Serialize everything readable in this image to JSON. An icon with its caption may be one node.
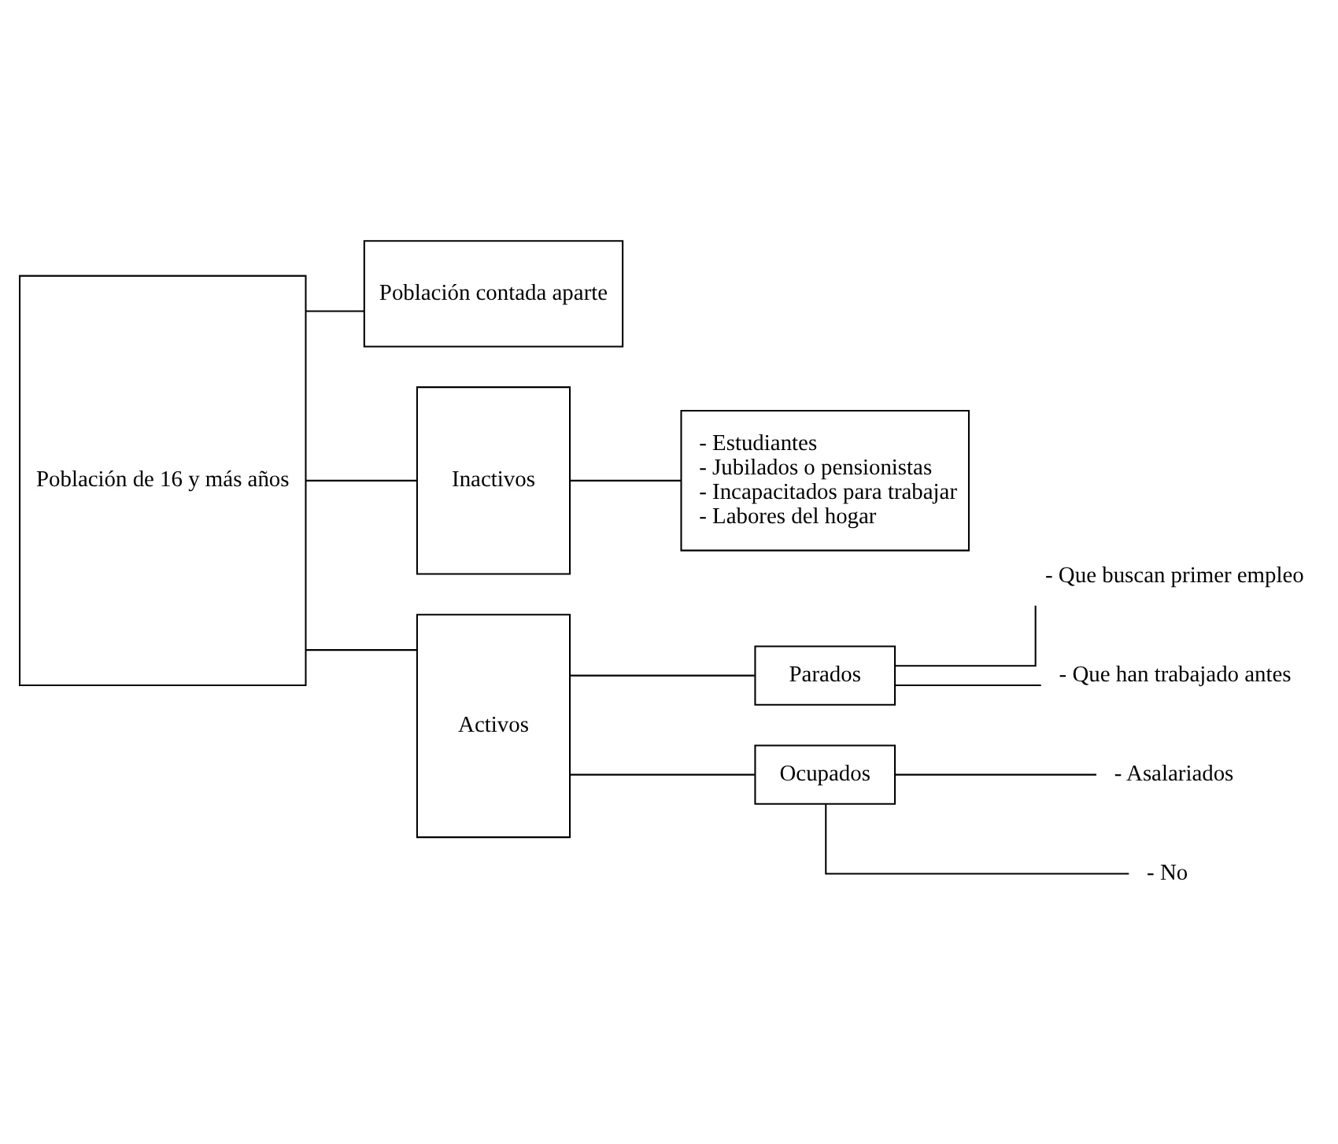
{
  "diagram": {
    "nodes": [
      {
        "text": [
          "Población de 16 y más años"
        ]
      },
      {
        "text": [
          "Población contada aparte"
        ]
      },
      {
        "text": [
          "Inactivos"
        ]
      },
      {
        "text": [
          "- Estudiantes",
          "- Jubilados o pensionistas",
          "- Incapacitados para trabajar",
          "- Labores del hogar"
        ]
      },
      {
        "text": [
          "Activos"
        ]
      },
      {
        "text": [
          "Parados"
        ]
      },
      {
        "text": [
          "Ocupados"
        ]
      },
      {
        "text": [
          "- Que buscan primer empleo"
        ]
      },
      {
        "text": [
          "- Que han trabajado antes"
        ]
      },
      {
        "text": [
          "- Asalariados"
        ]
      },
      {
        "text": [
          "- No"
        ]
      }
    ],
    "edges": [
      {
        "from": 0,
        "to": 1,
        "arrow": "none"
      },
      {
        "from": 0,
        "to": 2,
        "arrow": "none"
      },
      {
        "from": 0,
        "to": 4,
        "arrow": "none"
      },
      {
        "from": 2,
        "to": 3,
        "arrow": "none"
      },
      {
        "from": 4,
        "to": 5,
        "arrow": "none"
      },
      {
        "from": 4,
        "to": 6,
        "arrow": "none"
      },
      {
        "from": 5,
        "to": 7,
        "arrow": "none"
      },
      {
        "from": 5,
        "to": 8,
        "arrow": "none"
      },
      {
        "from": 6,
        "to": 9,
        "arrow": "none"
      },
      {
        "from": 6,
        "to": 10,
        "arrow": "none"
      }
    ]
  }
}
